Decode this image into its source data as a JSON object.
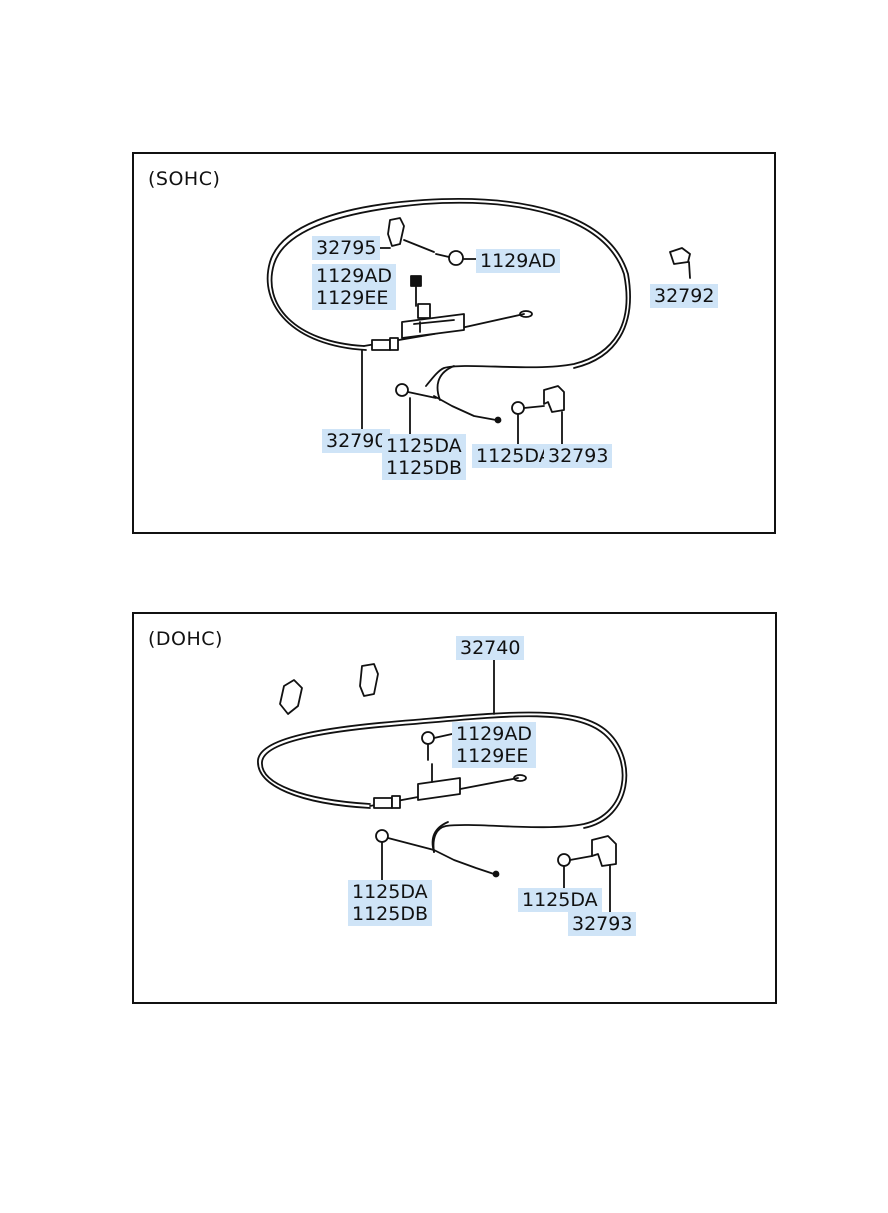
{
  "sohc": {
    "title": "(SOHC)",
    "callouts": {
      "c32795": "32795",
      "c1129ad_top": "1129AD",
      "c1129ad": "1129AD",
      "c1129ee": "1129EE",
      "c32792": "32792",
      "c32790": "32790",
      "c1125da": "1125DA",
      "c1125db": "1125DB",
      "c1125da_right": "1125DA",
      "c32793": "32793"
    }
  },
  "dohc": {
    "title": "(DOHC)",
    "callouts": {
      "c32740": "32740",
      "c1129ad": "1129AD",
      "c1129ee": "1129EE",
      "c1125da": "1125DA",
      "c1125db": "1125DB",
      "c1125da_right": "1125DA",
      "c32793": "32793"
    }
  }
}
